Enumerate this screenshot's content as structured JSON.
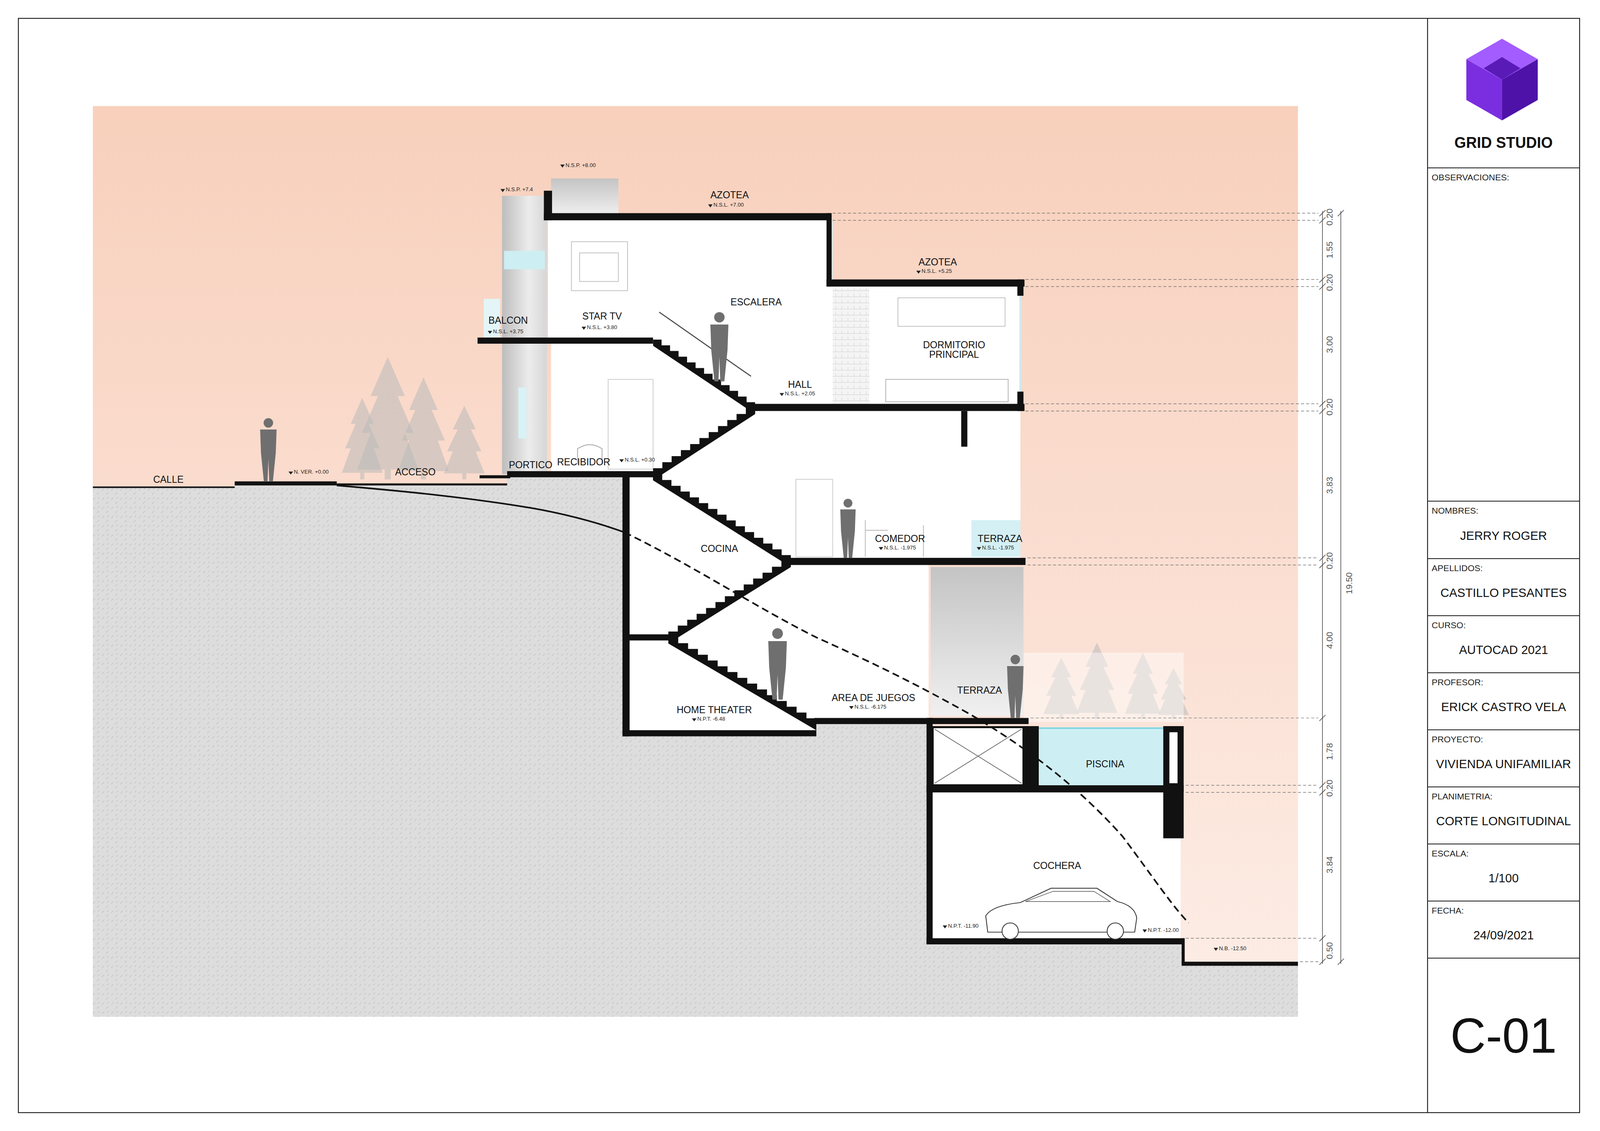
{
  "diagram": {
    "nodes": [
      {
        "text": [
          "GRID STUDIO"
        ]
      },
      {
        "text": [
          "OBSERVACIONES:"
        ]
      },
      {
        "text": [
          "NOMBRES:",
          "JERRY ROGER"
        ]
      },
      {
        "text": [
          "APELLIDOS:",
          "CASTILLO PESANTES"
        ]
      },
      {
        "text": [
          "CURSO:",
          "AUTOCAD 2021"
        ]
      },
      {
        "text": [
          "PROFESOR:",
          "ERICK CASTRO VELA"
        ]
      },
      {
        "text": [
          "PROYECTO:",
          "VIVIENDA UNIFAMILIAR"
        ]
      },
      {
        "text": [
          "PLANIMETRIA:",
          "CORTE LONGITUDINAL"
        ]
      },
      {
        "text": [
          "ESCALA:",
          "1/100"
        ]
      },
      {
        "text": [
          "FECHA:",
          "24/09/2021"
        ]
      },
      {
        "text": [
          "C-01"
        ]
      }
    ],
    "labels": [
      "N.S.P. +8.00",
      "N.S.P. +7.4",
      "AZOTEA",
      "N.S.L. +7.00",
      "AZOTEA",
      "N.S.L. +5.25",
      "ESCALERA",
      "STAR TV",
      "N.S.L. +3.80",
      "BALCON",
      "N.S.L. +3.75",
      "DORMITORIO PRINCIPAL",
      "HALL",
      "N.S.L. +2.05",
      "CALLE",
      "N. VER. +0.00",
      "ACCESO",
      "PORTICO",
      "RECIBIDOR",
      "N.S.L. +0.30",
      "COCINA",
      "COMEDOR",
      "N.S.L. -1.975",
      "TERRAZA",
      "N.S.L. -1.975",
      "HOME THEATER",
      "N.P.T. -6.48",
      "AREA DE JUEGOS",
      "N.S.L. -6.175",
      "TERRAZA",
      "PISCINA",
      "COCHERA",
      "N.P.T. -11.90",
      "N.P.T. -12.00",
      "N.B. -12.50",
      "0.20",
      "1.55",
      "0.20",
      "3.00",
      "0.20",
      "3.83",
      "0.20",
      "4.00",
      "1.78",
      "0.20",
      "3.84",
      "0.50",
      "19.50"
    ]
  }
}
